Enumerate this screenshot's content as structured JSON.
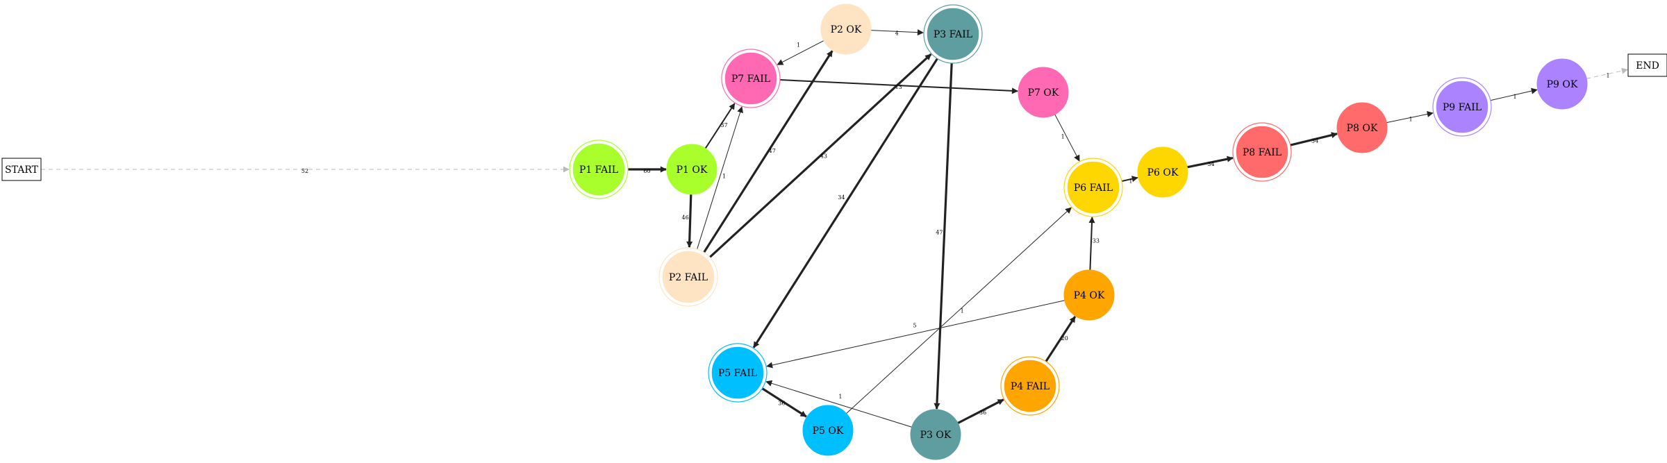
{
  "nodes": [
    {
      "id": "START",
      "label": "START",
      "shape": "box"
    },
    {
      "id": "END",
      "label": "END",
      "shape": "box"
    },
    {
      "id": "P1F",
      "label": "P1 FAIL",
      "shape": "double",
      "color": "#a8ff2b"
    },
    {
      "id": "P1O",
      "label": "P1 OK",
      "shape": "circle",
      "color": "#a8ff2b"
    },
    {
      "id": "P2F",
      "label": "P2 FAIL",
      "shape": "double",
      "color": "#ffe4c4"
    },
    {
      "id": "P2O",
      "label": "P2 OK",
      "shape": "circle",
      "color": "#ffe4c4"
    },
    {
      "id": "P7F",
      "label": "P7 FAIL",
      "shape": "double",
      "color": "#ff69b4"
    },
    {
      "id": "P7O",
      "label": "P7 OK",
      "shape": "circle",
      "color": "#ff69b4"
    },
    {
      "id": "P3F",
      "label": "P3 FAIL",
      "shape": "double",
      "color": "#5f9ea0"
    },
    {
      "id": "P3O",
      "label": "P3 OK",
      "shape": "circle",
      "color": "#5f9ea0"
    },
    {
      "id": "P6F",
      "label": "P6 FAIL",
      "shape": "double",
      "color": "#ffd700"
    },
    {
      "id": "P6O",
      "label": "P6 OK",
      "shape": "circle",
      "color": "#ffd700"
    },
    {
      "id": "P8F",
      "label": "P8 FAIL",
      "shape": "double",
      "color": "#ff6a6a"
    },
    {
      "id": "P8O",
      "label": "P8 OK",
      "shape": "circle",
      "color": "#ff6a6a"
    },
    {
      "id": "P9F",
      "label": "P9 FAIL",
      "shape": "double",
      "color": "#ab82ff"
    },
    {
      "id": "P9O",
      "label": "P9 OK",
      "shape": "circle",
      "color": "#ab82ff"
    },
    {
      "id": "P4O",
      "label": "P4 OK",
      "shape": "circle",
      "color": "#ffa500"
    },
    {
      "id": "P4F",
      "label": "P4 FAIL",
      "shape": "double",
      "color": "#ffa500"
    },
    {
      "id": "P5F",
      "label": "P5 FAIL",
      "shape": "double",
      "color": "#00bfff"
    },
    {
      "id": "P5O",
      "label": "P5 OK",
      "shape": "circle",
      "color": "#00bfff"
    }
  ],
  "edges": [
    {
      "from": "START",
      "to": "P1F",
      "label": "52",
      "weight": 1,
      "style": "dashed"
    },
    {
      "from": "P1F",
      "to": "P1O",
      "label": "60",
      "weight": 3
    },
    {
      "from": "P1O",
      "to": "P7F",
      "label": "37",
      "weight": 2
    },
    {
      "from": "P1O",
      "to": "P2F",
      "label": "46",
      "weight": 3
    },
    {
      "from": "P2F",
      "to": "P7F",
      "label": "1",
      "weight": 1
    },
    {
      "from": "P2F",
      "to": "P2O",
      "label": "47",
      "weight": 3
    },
    {
      "from": "P2F",
      "to": "P3F",
      "label": "43",
      "weight": 3
    },
    {
      "from": "P2O",
      "to": "P7F",
      "label": "1",
      "weight": 1
    },
    {
      "from": "P2O",
      "to": "P3F",
      "label": "4",
      "weight": 1
    },
    {
      "from": "P7F",
      "to": "P7O",
      "label": "13",
      "weight": 2
    },
    {
      "from": "P3F",
      "to": "P5F",
      "label": "34",
      "weight": 3
    },
    {
      "from": "P3F",
      "to": "P3O",
      "label": "47",
      "weight": 3
    },
    {
      "from": "P7O",
      "to": "P6F",
      "label": "1",
      "weight": 1
    },
    {
      "from": "P6F",
      "to": "P6O",
      "label": "1",
      "weight": 2
    },
    {
      "from": "P6O",
      "to": "P8F",
      "label": "34",
      "weight": 3
    },
    {
      "from": "P8F",
      "to": "P8O",
      "label": "34",
      "weight": 3
    },
    {
      "from": "P8O",
      "to": "P9F",
      "label": "1",
      "weight": 1
    },
    {
      "from": "P9F",
      "to": "P9O",
      "label": "1",
      "weight": 1
    },
    {
      "from": "P9O",
      "to": "END",
      "label": "1",
      "weight": 1,
      "style": "dashed"
    },
    {
      "from": "P4O",
      "to": "P6F",
      "label": "33",
      "weight": 2
    },
    {
      "from": "P4O",
      "to": "P5F",
      "label": "5",
      "weight": 1
    },
    {
      "from": "P4F",
      "to": "P4O",
      "label": "20",
      "weight": 3
    },
    {
      "from": "P3O",
      "to": "P4F",
      "label": "36",
      "weight": 3
    },
    {
      "from": "P3O",
      "to": "P5F",
      "label": "1",
      "weight": 1
    },
    {
      "from": "P5F",
      "to": "P5O",
      "label": "36",
      "weight": 3
    },
    {
      "from": "P5O",
      "to": "P6F",
      "label": "1",
      "weight": 1
    }
  ]
}
